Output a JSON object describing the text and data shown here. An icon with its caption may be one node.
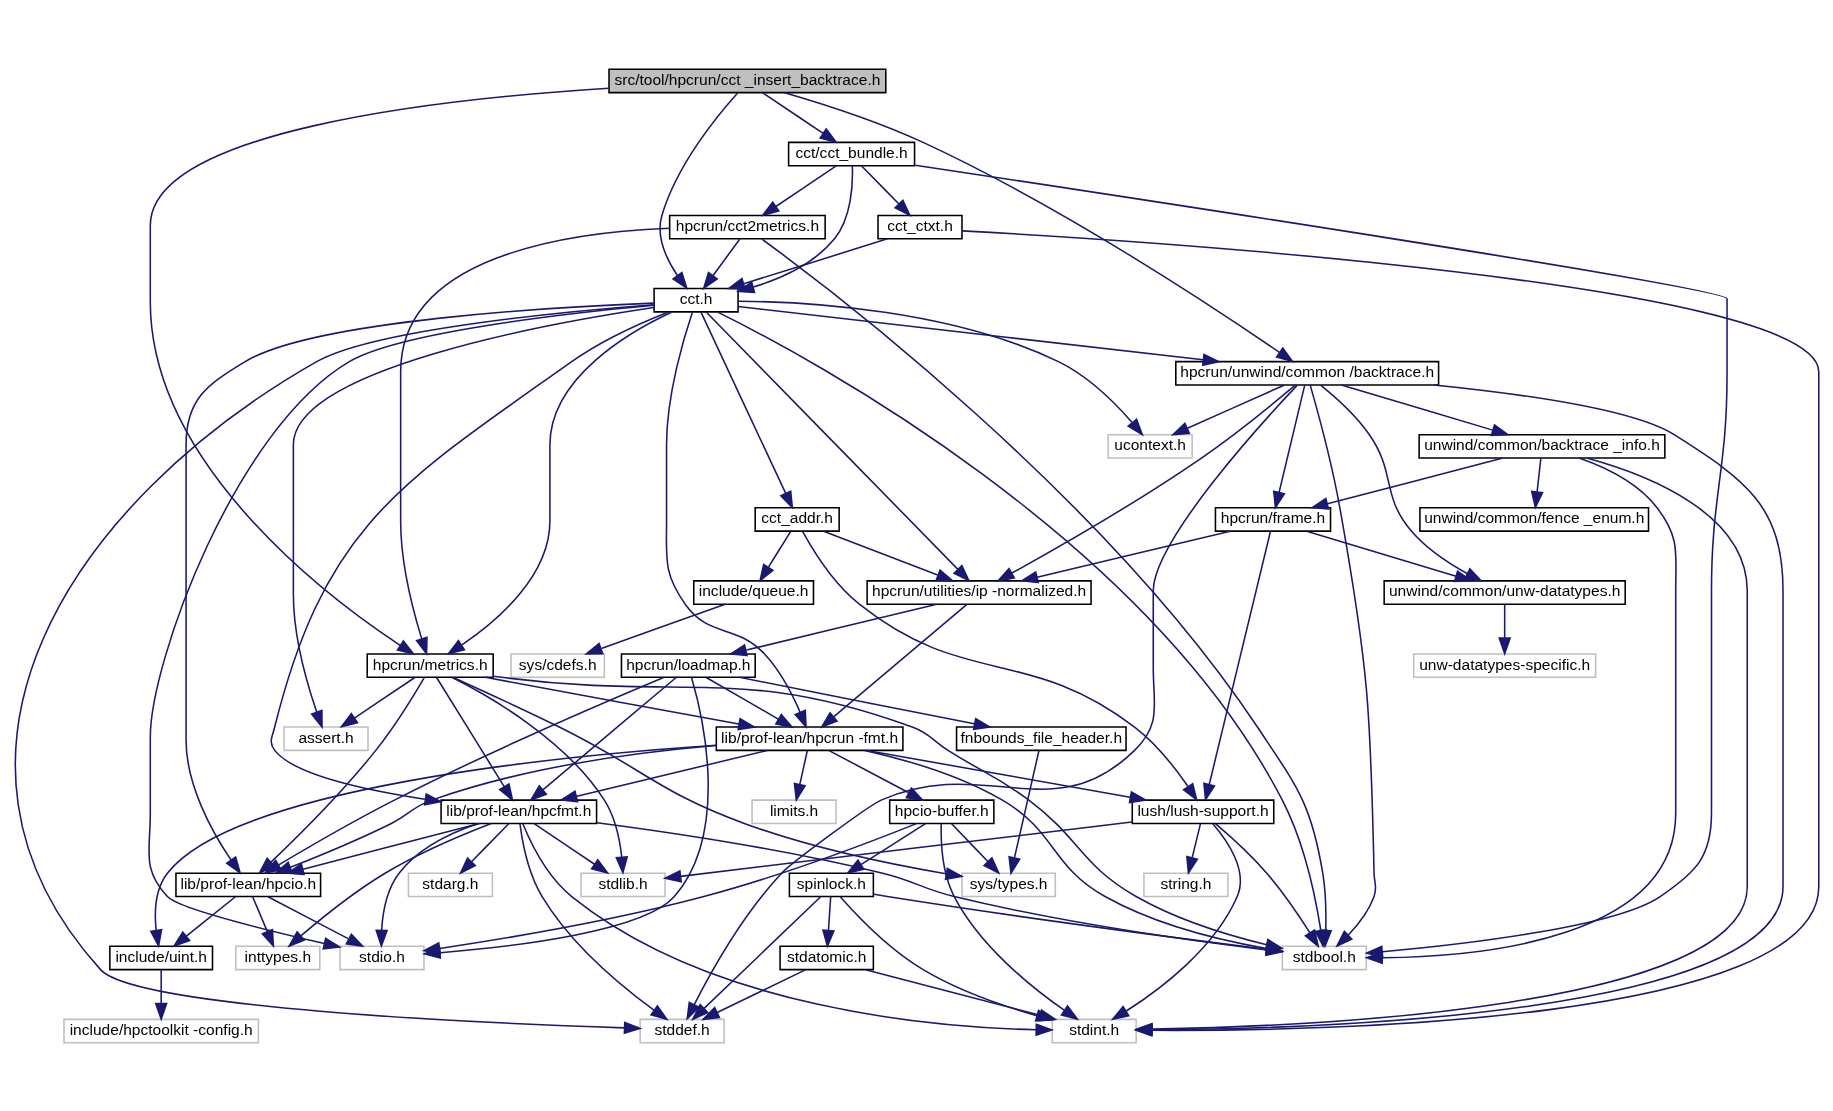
{
  "diagram": {
    "nodes": [
      {
        "text": [
          "src/tool/hpcrun/cct _insert_backtrace.h"
        ]
      },
      {
        "text": [
          "cct/cct_bundle.h"
        ]
      },
      {
        "text": [
          "hpcrun/cct2metrics.h"
        ]
      },
      {
        "text": [
          "cct_ctxt.h"
        ]
      },
      {
        "text": [
          "cct.h"
        ]
      },
      {
        "text": [
          "hpcrun/unwind/common /backtrace.h"
        ]
      },
      {
        "text": [
          "ucontext.h"
        ]
      },
      {
        "text": [
          "unwind/common/backtrace _info.h"
        ]
      },
      {
        "text": [
          "cct_addr.h"
        ]
      },
      {
        "text": [
          "hpcrun/frame.h"
        ]
      },
      {
        "text": [
          "unwind/common/fence _enum.h"
        ]
      },
      {
        "text": [
          "include/queue.h"
        ]
      },
      {
        "text": [
          "hpcrun/utilities/ip -normalized.h"
        ]
      },
      {
        "text": [
          "unwind/common/unw-datatypes.h"
        ]
      },
      {
        "text": [
          "sys/cdefs.h"
        ]
      },
      {
        "text": [
          "hpcrun/loadmap.h"
        ]
      },
      {
        "text": [
          "hpcrun/metrics.h"
        ]
      },
      {
        "text": [
          "unw-datatypes-specific.h"
        ]
      },
      {
        "text": [
          "lib/prof-lean/hpcrun -fmt.h"
        ]
      },
      {
        "text": [
          "fnbounds_file_header.h"
        ]
      },
      {
        "text": [
          "assert.h"
        ]
      },
      {
        "text": [
          "limits.h"
        ]
      },
      {
        "text": [
          "hpcio-buffer.h"
        ]
      },
      {
        "text": [
          "lib/prof-lean/hpcfmt.h"
        ]
      },
      {
        "text": [
          "lush/lush-support.h"
        ]
      },
      {
        "text": [
          "sys/types.h"
        ]
      },
      {
        "text": [
          "lib/prof-lean/hpcio.h"
        ]
      },
      {
        "text": [
          "spinlock.h"
        ]
      },
      {
        "text": [
          "stdarg.h"
        ]
      },
      {
        "text": [
          "stdlib.h"
        ]
      },
      {
        "text": [
          "string.h"
        ]
      },
      {
        "text": [
          "stdio.h"
        ]
      },
      {
        "text": [
          "include/uint.h"
        ]
      },
      {
        "text": [
          "inttypes.h"
        ]
      },
      {
        "text": [
          "stdatomic.h"
        ]
      },
      {
        "text": [
          "stdbool.h"
        ]
      },
      {
        "text": [
          "include/hpctoolkit -config.h"
        ]
      },
      {
        "text": [
          "stddef.h"
        ]
      },
      {
        "text": [
          "stdint.h"
        ]
      }
    ],
    "edges": [
      {
        "from": 0,
        "to": 1,
        "arrow": "to"
      },
      {
        "from": 0,
        "to": 4,
        "arrow": "to"
      },
      {
        "from": 0,
        "to": 5,
        "arrow": "to"
      },
      {
        "from": 0,
        "to": 16,
        "arrow": "to"
      },
      {
        "from": 1,
        "to": 4,
        "arrow": "to"
      },
      {
        "from": 1,
        "to": 2,
        "arrow": "to"
      },
      {
        "from": 1,
        "to": 3,
        "arrow": "to"
      },
      {
        "from": 1,
        "to": 35,
        "arrow": "to"
      },
      {
        "from": 2,
        "to": 4,
        "arrow": "to"
      },
      {
        "from": 2,
        "to": 16,
        "arrow": "to"
      },
      {
        "from": 2,
        "to": 35,
        "arrow": "to"
      },
      {
        "from": 3,
        "to": 4,
        "arrow": "to"
      },
      {
        "from": 3,
        "to": 38,
        "arrow": "to"
      },
      {
        "from": 4,
        "to": 37,
        "arrow": "to"
      },
      {
        "from": 4,
        "to": 31,
        "arrow": "to"
      },
      {
        "from": 4,
        "to": 26,
        "arrow": "to"
      },
      {
        "from": 4,
        "to": 18,
        "arrow": "to"
      },
      {
        "from": 4,
        "to": 8,
        "arrow": "to"
      },
      {
        "from": 4,
        "to": 12,
        "arrow": "to"
      },
      {
        "from": 4,
        "to": 20,
        "arrow": "to"
      },
      {
        "from": 4,
        "to": 16,
        "arrow": "to"
      },
      {
        "from": 4,
        "to": 23,
        "arrow": "to"
      },
      {
        "from": 4,
        "to": 35,
        "arrow": "to"
      },
      {
        "from": 4,
        "to": 6,
        "arrow": "to"
      },
      {
        "from": 4,
        "to": 5,
        "arrow": "to"
      },
      {
        "from": 5,
        "to": 6,
        "arrow": "to"
      },
      {
        "from": 5,
        "to": 37,
        "arrow": "to"
      },
      {
        "from": 5,
        "to": 12,
        "arrow": "to"
      },
      {
        "from": 5,
        "to": 9,
        "arrow": "to"
      },
      {
        "from": 5,
        "to": 35,
        "arrow": "to"
      },
      {
        "from": 5,
        "to": 13,
        "arrow": "to"
      },
      {
        "from": 5,
        "to": 7,
        "arrow": "to"
      },
      {
        "from": 5,
        "to": 38,
        "arrow": "to"
      },
      {
        "from": 7,
        "to": 9,
        "arrow": "to"
      },
      {
        "from": 7,
        "to": 10,
        "arrow": "to"
      },
      {
        "from": 7,
        "to": 35,
        "arrow": "to"
      },
      {
        "from": 7,
        "to": 38,
        "arrow": "to"
      },
      {
        "from": 8,
        "to": 11,
        "arrow": "to"
      },
      {
        "from": 8,
        "to": 12,
        "arrow": "to"
      },
      {
        "from": 8,
        "to": 24,
        "arrow": "to"
      },
      {
        "from": 9,
        "to": 12,
        "arrow": "to"
      },
      {
        "from": 9,
        "to": 13,
        "arrow": "to"
      },
      {
        "from": 9,
        "to": 24,
        "arrow": "to"
      },
      {
        "from": 11,
        "to": 14,
        "arrow": "to"
      },
      {
        "from": 12,
        "to": 15,
        "arrow": "to"
      },
      {
        "from": 12,
        "to": 18,
        "arrow": "to"
      },
      {
        "from": 13,
        "to": 17,
        "arrow": "to"
      },
      {
        "from": 15,
        "to": 31,
        "arrow": "to"
      },
      {
        "from": 15,
        "to": 19,
        "arrow": "to"
      },
      {
        "from": 15,
        "to": 26,
        "arrow": "to"
      },
      {
        "from": 15,
        "to": 18,
        "arrow": "to"
      },
      {
        "from": 15,
        "to": 23,
        "arrow": "to"
      },
      {
        "from": 16,
        "to": 25,
        "arrow": "to"
      },
      {
        "from": 16,
        "to": 18,
        "arrow": "to"
      },
      {
        "from": 16,
        "to": 20,
        "arrow": "to"
      },
      {
        "from": 16,
        "to": 26,
        "arrow": "to"
      },
      {
        "from": 16,
        "to": 23,
        "arrow": "to"
      },
      {
        "from": 16,
        "to": 29,
        "arrow": "to"
      },
      {
        "from": 16,
        "to": 35,
        "arrow": "to"
      },
      {
        "from": 18,
        "to": 32,
        "arrow": "to"
      },
      {
        "from": 18,
        "to": 22,
        "arrow": "to"
      },
      {
        "from": 18,
        "to": 21,
        "arrow": "to"
      },
      {
        "from": 18,
        "to": 26,
        "arrow": "to"
      },
      {
        "from": 18,
        "to": 23,
        "arrow": "to"
      },
      {
        "from": 18,
        "to": 24,
        "arrow": "to"
      },
      {
        "from": 18,
        "to": 35,
        "arrow": "to"
      },
      {
        "from": 19,
        "to": 25,
        "arrow": "to"
      },
      {
        "from": 22,
        "to": 25,
        "arrow": "to"
      },
      {
        "from": 22,
        "to": 31,
        "arrow": "to"
      },
      {
        "from": 22,
        "to": 27,
        "arrow": "to"
      },
      {
        "from": 22,
        "to": 38,
        "arrow": "to"
      },
      {
        "from": 23,
        "to": 26,
        "arrow": "to"
      },
      {
        "from": 23,
        "to": 31,
        "arrow": "to"
      },
      {
        "from": 23,
        "to": 33,
        "arrow": "to"
      },
      {
        "from": 23,
        "to": 37,
        "arrow": "to"
      },
      {
        "from": 23,
        "to": 28,
        "arrow": "to"
      },
      {
        "from": 23,
        "to": 29,
        "arrow": "to"
      },
      {
        "from": 23,
        "to": 35,
        "arrow": "to"
      },
      {
        "from": 23,
        "to": 38,
        "arrow": "to"
      },
      {
        "from": 24,
        "to": 29,
        "arrow": "to"
      },
      {
        "from": 24,
        "to": 30,
        "arrow": "to"
      },
      {
        "from": 24,
        "to": 35,
        "arrow": "to"
      },
      {
        "from": 24,
        "to": 38,
        "arrow": "to"
      },
      {
        "from": 26,
        "to": 31,
        "arrow": "to"
      },
      {
        "from": 26,
        "to": 32,
        "arrow": "to"
      },
      {
        "from": 26,
        "to": 33,
        "arrow": "to"
      },
      {
        "from": 27,
        "to": 37,
        "arrow": "to"
      },
      {
        "from": 27,
        "to": 34,
        "arrow": "to"
      },
      {
        "from": 27,
        "to": 35,
        "arrow": "to"
      },
      {
        "from": 27,
        "to": 38,
        "arrow": "to"
      },
      {
        "from": 32,
        "to": 36,
        "arrow": "to"
      },
      {
        "from": 34,
        "to": 37,
        "arrow": "to"
      },
      {
        "from": 34,
        "to": 38,
        "arrow": "to"
      }
    ]
  }
}
